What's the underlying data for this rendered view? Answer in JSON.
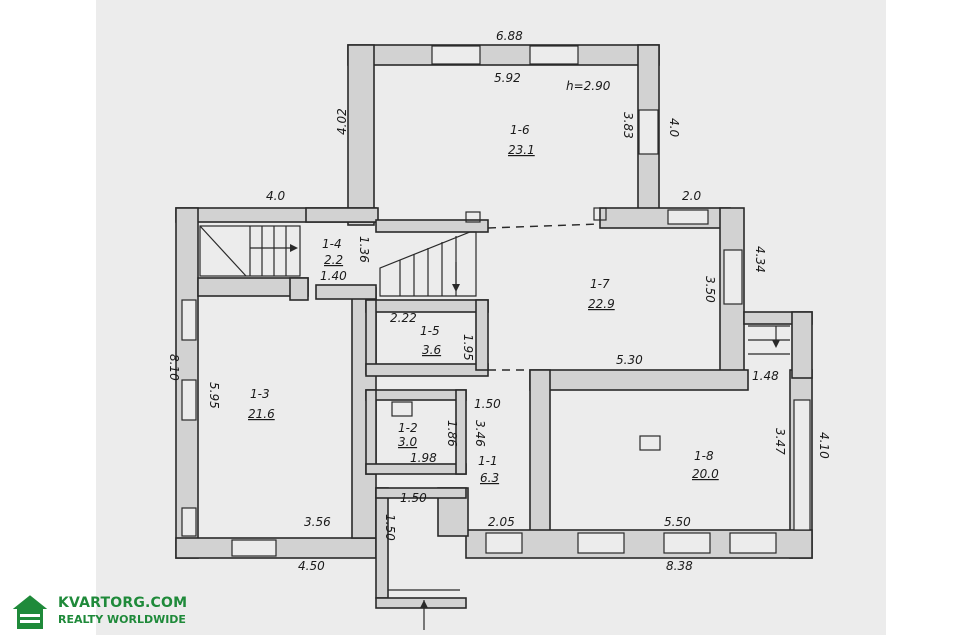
{
  "plan": {
    "ceiling_height": "h=2.90",
    "rooms": [
      {
        "id": "1-1",
        "area": "6.3"
      },
      {
        "id": "1-2",
        "area": "3.0"
      },
      {
        "id": "1-3",
        "area": "21.6"
      },
      {
        "id": "1-4",
        "area": "2.2"
      },
      {
        "id": "1-5",
        "area": "3.6"
      },
      {
        "id": "1-6",
        "area": "23.1"
      },
      {
        "id": "1-7",
        "area": "22.9"
      },
      {
        "id": "1-8",
        "area": "20.0"
      }
    ],
    "dimensions": {
      "top_outer": "6.88",
      "top_inner": "5.92",
      "room6_left": "4.02",
      "room6_right_inner": "3.83",
      "room6_right_outer": "4.0",
      "stair_top": "4.0",
      "room4_height": "1.36",
      "room4_width": "1.40",
      "step_right": "2.0",
      "right_outer_upper": "4.34",
      "room7_right": "3.50",
      "room5_width": "2.22",
      "room5_height": "1.95",
      "room7_bottom": "5.30",
      "porch": "1.48",
      "left_outer": "8.10",
      "room3_left": "5.95",
      "room3_bottom_inner": "3.56",
      "bottom_left_outer": "4.50",
      "room2_height": "1.86",
      "room2_width": "1.98",
      "hall_top": "1.50",
      "hall_height": "3.46",
      "entry_width": "1.50",
      "entry_depth": "1.50",
      "hall_bottom": "2.05",
      "room8_right": "3.47",
      "right_outer_lower": "4.10",
      "room8_bottom": "5.50",
      "bottom_right_outer": "8.38"
    }
  },
  "logo": {
    "brand": "KVARTORG.COM",
    "tagline": "REALTY WORLDWIDE",
    "icon": "house-icon"
  }
}
